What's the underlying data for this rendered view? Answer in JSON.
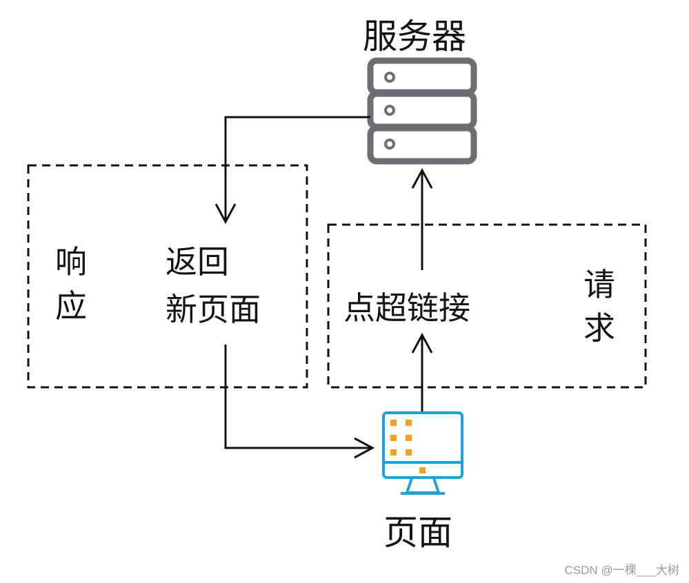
{
  "nodes": {
    "server_label": "服务器",
    "page_label": "页面"
  },
  "response_box": {
    "side_label_line1": "响",
    "side_label_line2": "应",
    "text_line1": "返回",
    "text_line2": "新页面"
  },
  "request_box": {
    "text": "点超链接",
    "side_label_line1": "请",
    "side_label_line2": "求"
  },
  "watermark": "CSDN @一棵___大树",
  "colors": {
    "server_icon": "#6d6e73",
    "monitor_icon": "#1ea3d8",
    "monitor_dots": "#f5a01a",
    "lines": "#111111"
  },
  "icons": {
    "server": "server-rack-icon",
    "page": "desktop-monitor-icon"
  }
}
